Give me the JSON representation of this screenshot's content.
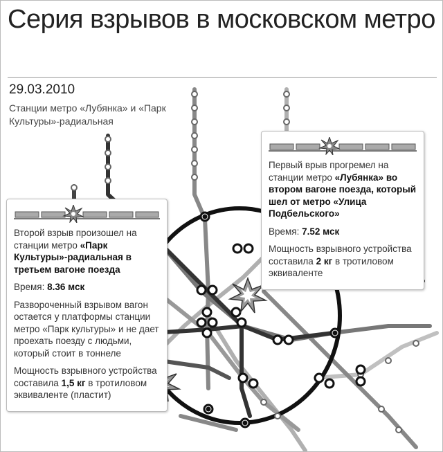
{
  "header": {
    "title": "Серия взрывов в московском метро",
    "date": "29.03.2010",
    "subtitle": "Станции метро «Лубянка» и «Парк Культуры»-радиальная"
  },
  "card_first": {
    "text_1": "Первый врыв прогремел на станции метро ",
    "bold_1": "«Лубянка» во втором вагоне поезда, который шел от метро «Улица Подбельского»",
    "time_label": "Время: ",
    "time_value": "7.52 мск",
    "power_1": "Мощность взрывного устройства составила ",
    "power_bold": "2 кг",
    "power_2": " в тротиловом эквиваленте"
  },
  "card_second": {
    "text_1": "Второй взрыв произошел на станции метро ",
    "bold_1": "«Парк Культуры»-радиальная в третьем вагоне поезда",
    "time_label": "Время: ",
    "time_value": "8.36 мск",
    "note": "Развороченный взрывом вагон остается у платформы станции метро «Парк культуры» и не дает проехать поезду с людьми, который стоит в тоннеле",
    "power_1": "Мощность взрывного устройства составила ",
    "power_bold": "1,5 кг",
    "power_2": " в тротиловом эквиваленте (пластит)"
  },
  "colors": {
    "ring": "#111111",
    "line_dark": "#333333",
    "line_mid": "#777777",
    "line_light": "#b0b0b0",
    "card_border": "#bbbbbb"
  },
  "icons": [
    "explosion-icon",
    "train-icon",
    "station-icon"
  ]
}
